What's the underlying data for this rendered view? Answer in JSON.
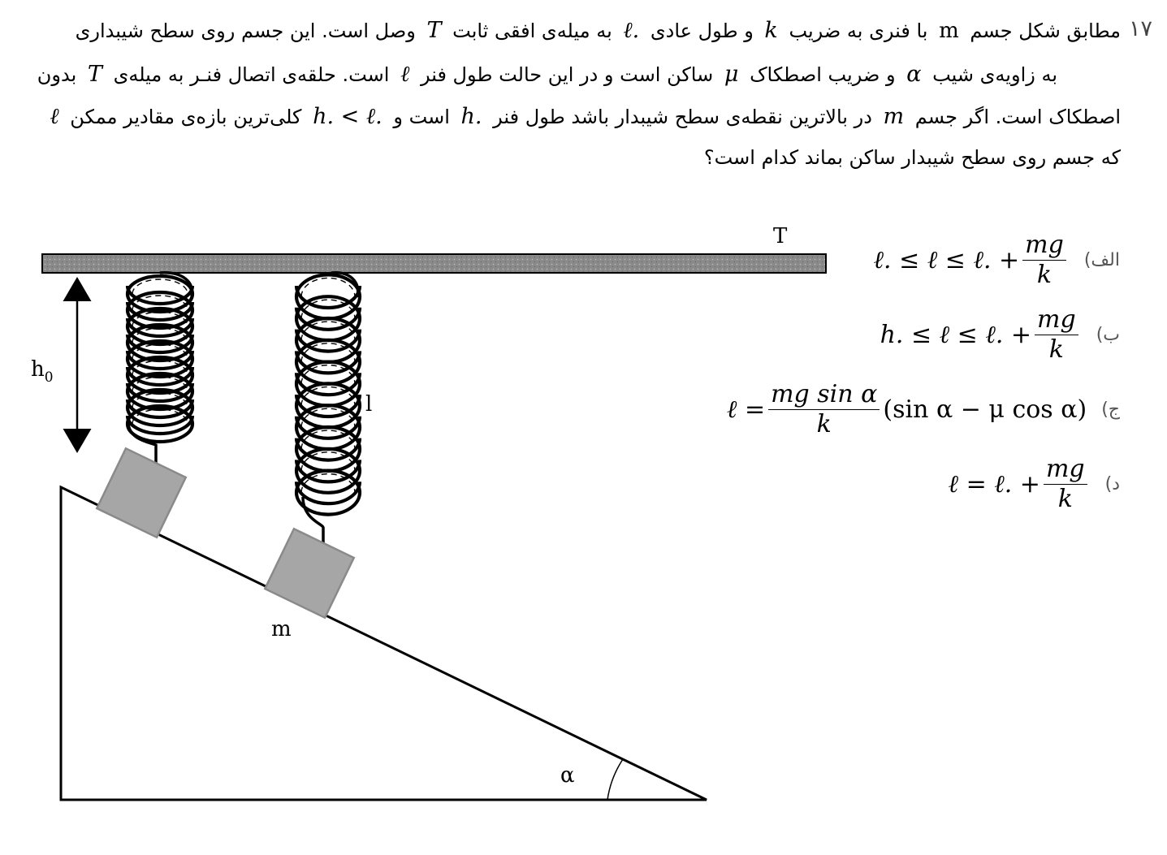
{
  "question": {
    "number": "۱۷",
    "line1": {
      "a": "مطابق شکل جسم",
      "m": "m",
      "b": "با فنری به ضریب",
      "k": "k",
      "c": "و طول عادی",
      "l0": "ℓ.",
      "d": "به میله‌ی افقی ثابت",
      "T": "T",
      "e": "وصل است. این جسم روی سطح شیبداری"
    },
    "line2": {
      "a": "به زاویه‌ی شیب",
      "alpha": "α",
      "b": "و ضریب اصطکاک",
      "mu": "μ",
      "c": "ساکن است و در این حالت طول فنر",
      "l": "ℓ",
      "d": "است. حلقه‌ی اتصال فنـر به میله‌ی",
      "T": "T",
      "e": "بدون"
    },
    "line3": {
      "a": "اصطکاک است. اگر جسم",
      "m": "m",
      "b": "در بالاترین نقطه‌ی سطح شیبدار باشد طول فنر",
      "h0": "h.",
      "c": "است و",
      "cond": "h. < ℓ.",
      "d": "کلی‌ترین بازه‌ی مقادیر ممکن",
      "l": "ℓ"
    },
    "line4": "که جسم روی سطح شیبدار ساکن بماند کدام است؟"
  },
  "options": [
    {
      "label": "الف)",
      "left": "ℓ. ≤ ℓ ≤ ℓ. +",
      "num": "mg",
      "den": "k",
      "right": ""
    },
    {
      "label": "ب)",
      "left": "h. ≤ ℓ ≤ ℓ. +",
      "num": "mg",
      "den": "k",
      "right": ""
    },
    {
      "label": "ج)",
      "left": "ℓ =",
      "num": "mg sin α",
      "den": "k",
      "right": "(sin α − μ cos α)"
    },
    {
      "label": "د)",
      "left": "ℓ = ℓ. +",
      "num": "mg",
      "den": "k",
      "right": ""
    }
  ],
  "diagram": {
    "rod_label": "T",
    "h0_label": "h",
    "h0_sub": "0",
    "length_label": "l",
    "mass_label": "m",
    "angle_label": "α"
  },
  "colors": {
    "rod_fill": "#8a8a8a",
    "block_fill": "#a6a6a6",
    "block_stroke": "#8a8a8a",
    "option_label": "#555555"
  }
}
